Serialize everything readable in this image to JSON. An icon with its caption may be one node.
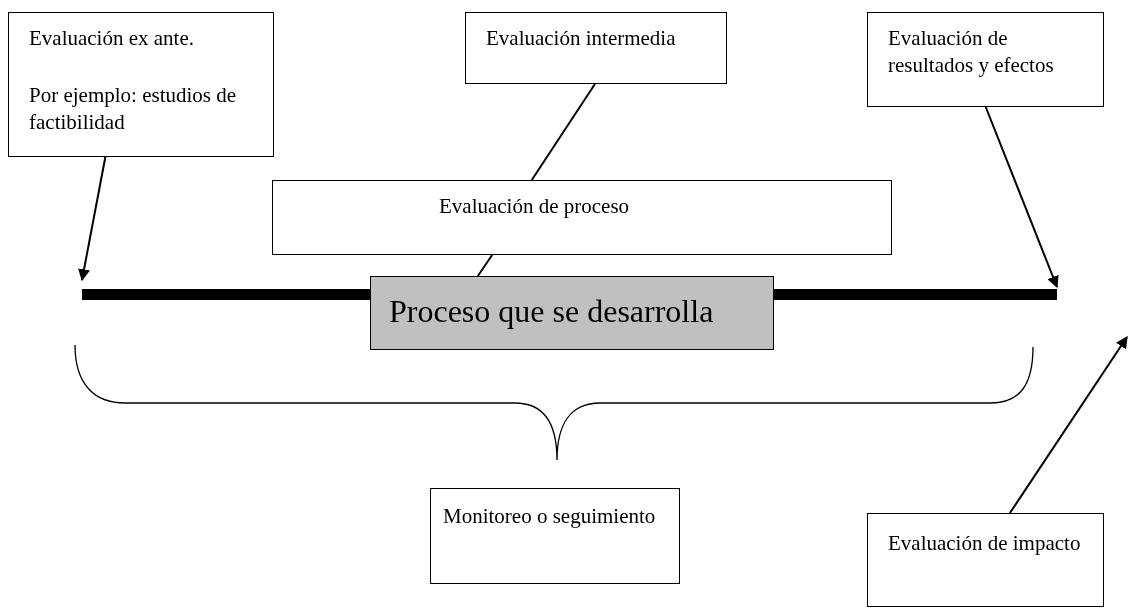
{
  "diagram": {
    "nodes": [
      {
        "text": [
          "Evaluación ex ante.",
          "Por ejemplo: estudios de factibilidad"
        ]
      },
      {
        "text": [
          "Evaluación intermedia"
        ]
      },
      {
        "text": [
          "Evaluación de resultados y efectos"
        ]
      },
      {
        "text": [
          "Evaluación de proceso"
        ]
      },
      {
        "text": [
          "Proceso que se desarrolla"
        ]
      },
      {
        "text": [],
        "shape": "bar"
      },
      {
        "text": [],
        "shape": "bar"
      },
      {
        "text": [
          "Monitoreo o seguimiento"
        ]
      },
      {
        "text": [
          "Evaluación de impacto"
        ]
      }
    ],
    "edges": [
      {
        "from": 0,
        "to": 5,
        "arrow": "to"
      },
      {
        "from": 1,
        "to": 3,
        "arrow": "none"
      },
      {
        "from": 3,
        "to": 4,
        "arrow": "none"
      },
      {
        "from": 2,
        "to": 6,
        "arrow": "to"
      },
      {
        "from": 8,
        "to": null,
        "arrow": "to"
      }
    ]
  }
}
